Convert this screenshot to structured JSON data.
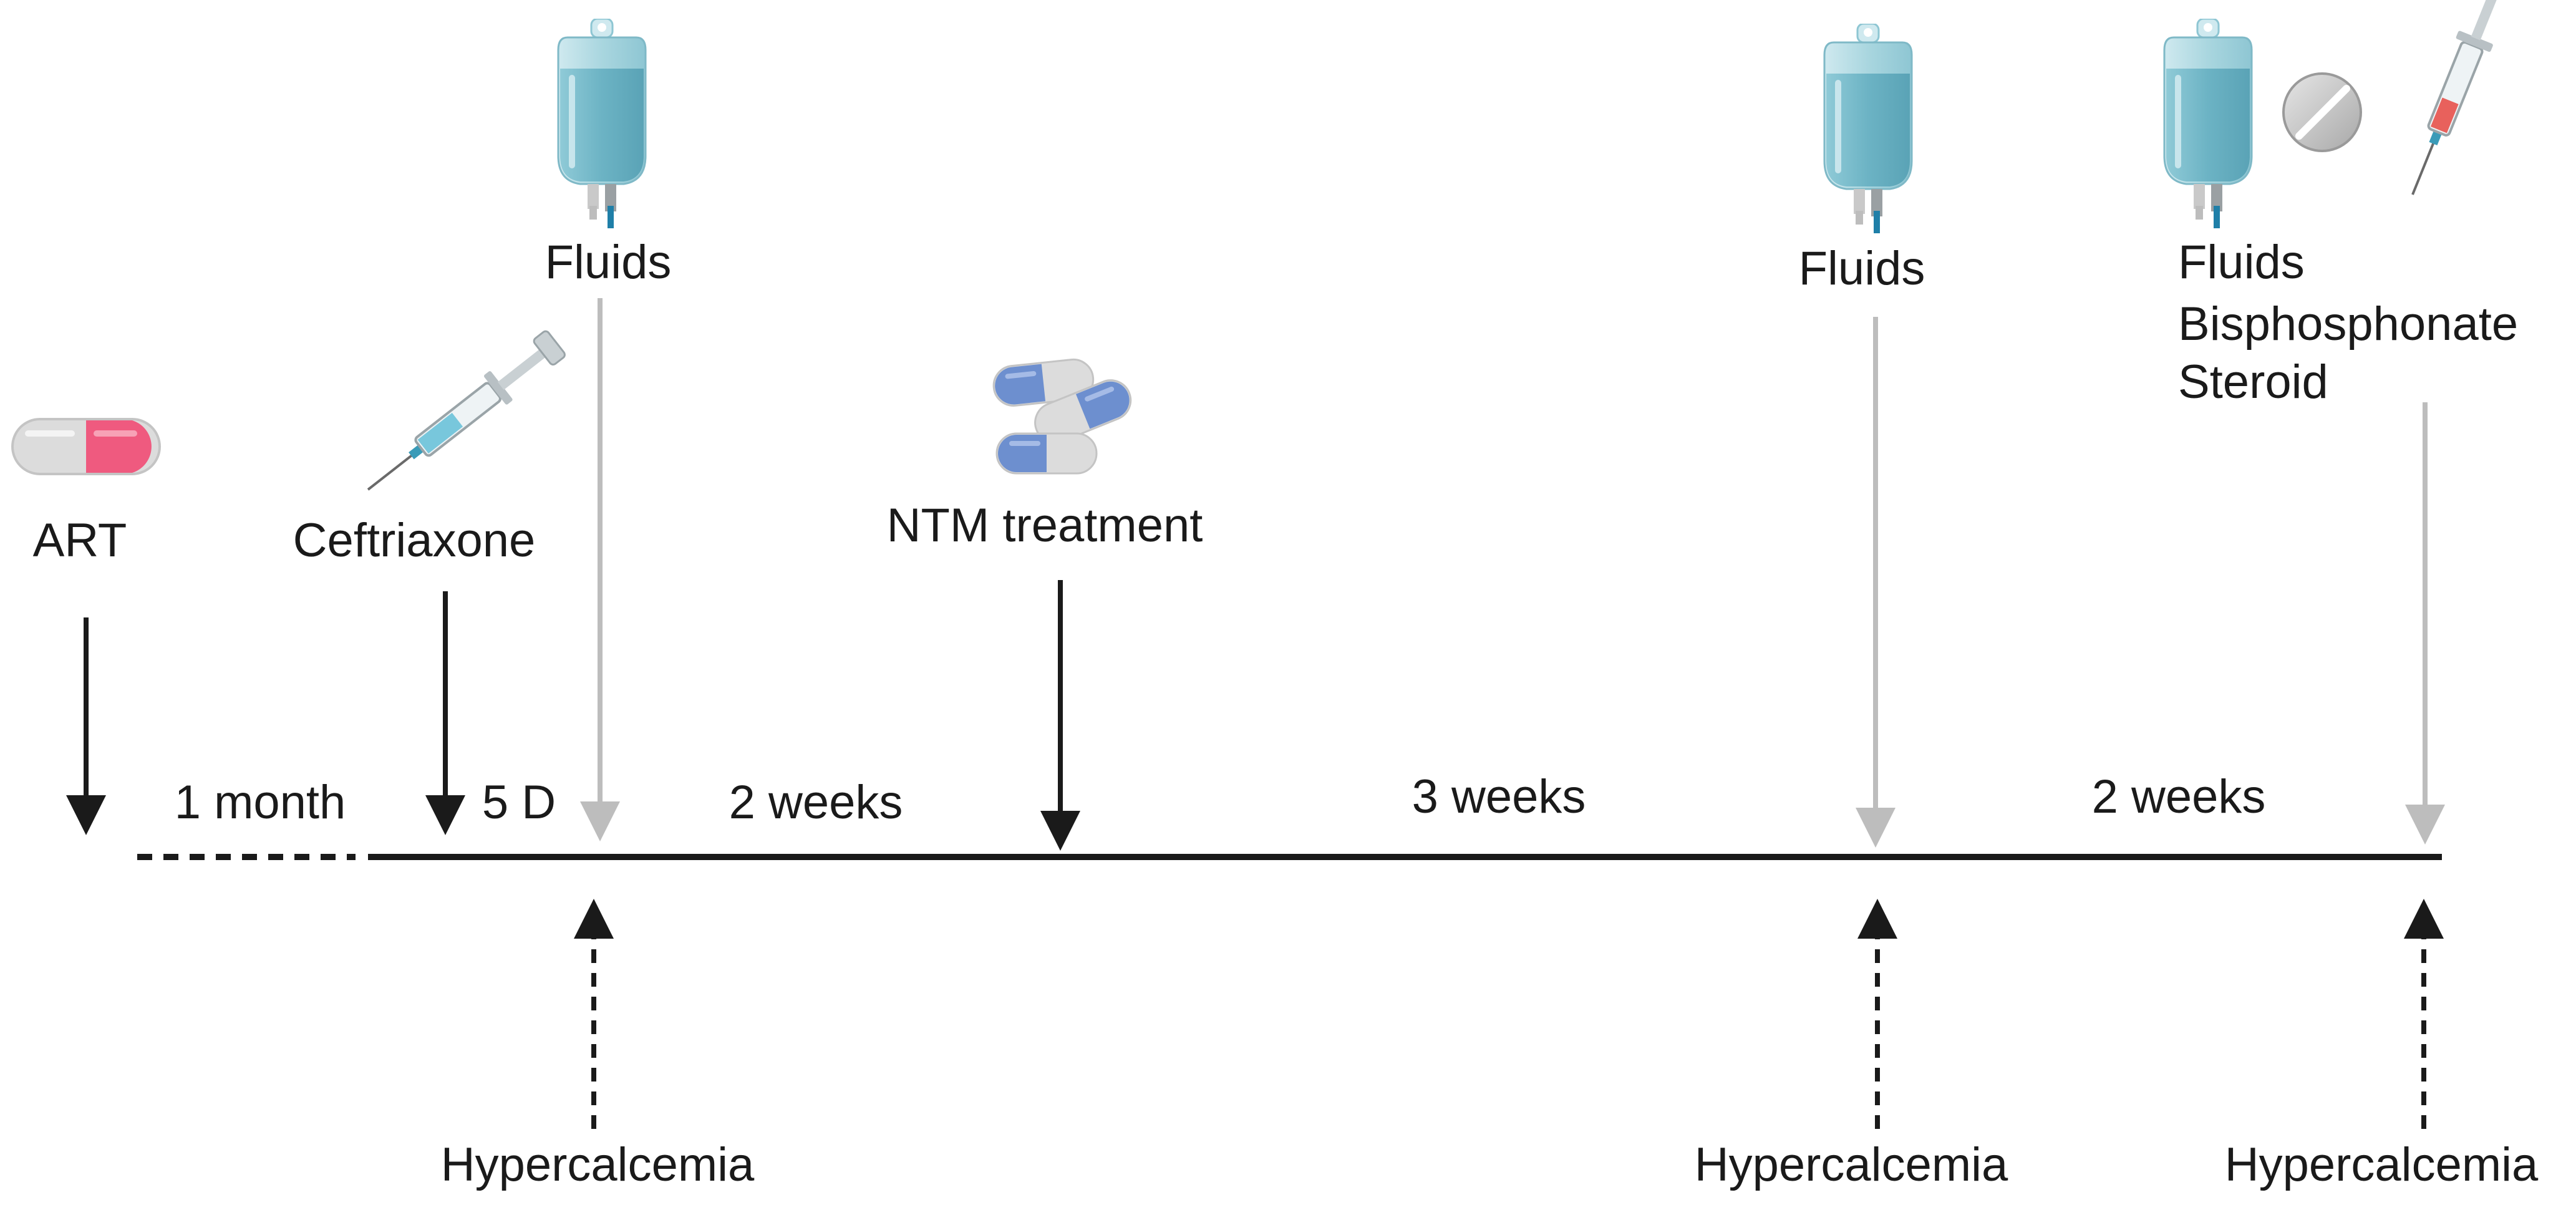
{
  "colors": {
    "timeline": "#1a1a1a",
    "gray_arrow": "#bdbdbd",
    "fluid_bag": "#a9d6df",
    "fluid_liquid": "#74b8c8",
    "capsule_pink": "#ef5a7f",
    "capsule_blue": "#6d8fcf",
    "capsule_gray": "#dcdcdc",
    "syringe_blue": "#78c7dc",
    "syringe_red": "#e8615c"
  },
  "events": {
    "art": {
      "label": "ART",
      "icon": "capsule-pink-icon"
    },
    "ceftriaxone": {
      "label": "Ceftriaxone",
      "icon": "syringe-icon"
    },
    "fluids_1": {
      "label": "Fluids",
      "icon": "iv-bag-icon"
    },
    "ntm": {
      "label": "NTM treatment",
      "icon": "capsules-icon"
    },
    "fluids_2": {
      "label": "Fluids",
      "icon": "iv-bag-icon"
    },
    "combo": {
      "line1": "Fluids",
      "line2": "Bisphosphonate",
      "line3": "Steroid",
      "icons": [
        "iv-bag-icon",
        "tablet-icon",
        "syringe-icon"
      ]
    }
  },
  "intervals": {
    "one_month": "1 month",
    "five_days": "5 D",
    "two_weeks_a": "2 weeks",
    "three_weeks": "3 weeks",
    "two_weeks_b": "2 weeks"
  },
  "hypercalcemia": {
    "first": "Hypercalcemia",
    "second": "Hypercalcemia",
    "third": "Hypercalcemia"
  }
}
